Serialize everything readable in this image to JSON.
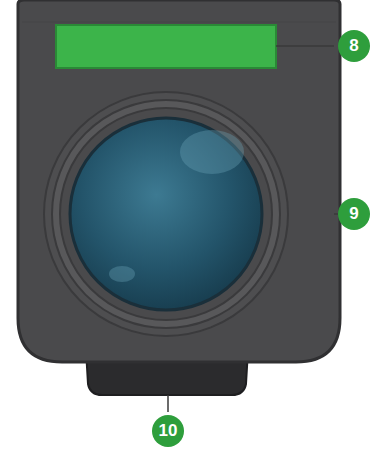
{
  "diagram": {
    "labels": [
      "8",
      "9",
      "10"
    ]
  }
}
